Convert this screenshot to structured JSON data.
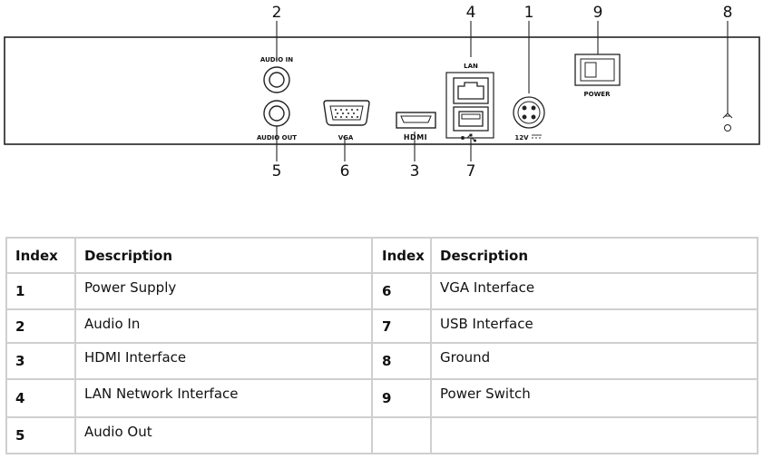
{
  "panel": {
    "callouts": [
      "2",
      "4",
      "1",
      "9",
      "8",
      "5",
      "6",
      "3",
      "7"
    ],
    "labels": {
      "audio_in": "AUDIO IN",
      "audio_out": "AUDIO OUT",
      "vga": "VGA",
      "hdmi": "HDMI",
      "lan": "LAN",
      "power": "POWER",
      "dc": "12V"
    }
  },
  "table": {
    "headers": [
      "Index",
      "Description",
      "Index",
      "Description"
    ],
    "rows": [
      [
        "1",
        "Power Supply",
        "6",
        "VGA Interface"
      ],
      [
        "2",
        "Audio In",
        "7",
        "USB Interface"
      ],
      [
        "3",
        "HDMI Interface",
        "8",
        "Ground"
      ],
      [
        "4",
        "LAN Network Interface",
        "9",
        "Power Switch"
      ],
      [
        "5",
        "Audio Out",
        "",
        ""
      ]
    ]
  }
}
